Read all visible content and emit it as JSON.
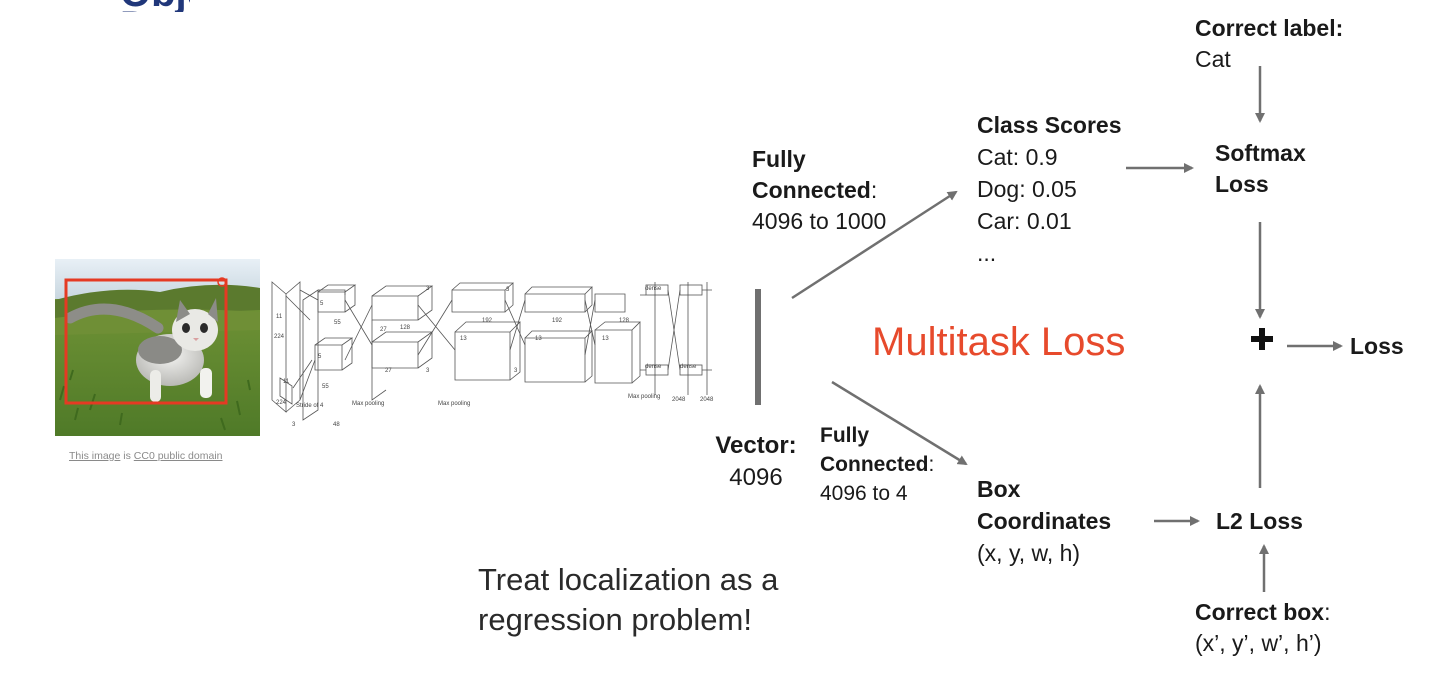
{
  "slide_title": "Object Detection: Single Object",
  "image_credit": {
    "link1": "This image",
    "middle": " is ",
    "link2": "CC0 public domain"
  },
  "network": {
    "layer_numbers": [
      "224",
      "224",
      "3",
      "11",
      "11",
      "5",
      "5",
      "48",
      "55",
      "55",
      "128",
      "27",
      "27",
      "3",
      "3",
      "192",
      "13",
      "13",
      "3",
      "3",
      "192",
      "128",
      "2048",
      "2048",
      "13",
      "dense",
      "dense",
      "dense"
    ],
    "layer_text": [
      "Stride of 4",
      "Max pooling",
      "Max pooling",
      "Max pooling"
    ]
  },
  "vector": {
    "title": "Vector:",
    "value": "4096"
  },
  "fc_top": {
    "line1": "Fully",
    "line2": "Connected",
    "suffix": ":",
    "line3": "4096 to 1000"
  },
  "fc_bottom": {
    "line1": "Fully",
    "line2": "Connected",
    "suffix": ":",
    "line3": "4096 to 4"
  },
  "class_scores": {
    "title": "Class Scores",
    "items": [
      "Cat: 0.9",
      "Dog: 0.05",
      "Car: 0.01",
      "..."
    ]
  },
  "box_coords": {
    "line1": "Box",
    "line2": "Coordinates",
    "line3": "(x, y, w, h)"
  },
  "correct_label": {
    "title": "Correct label:",
    "value": "Cat"
  },
  "softmax_loss": {
    "line1": "Softmax",
    "line2": "Loss"
  },
  "l2_loss": "L2 Loss",
  "correct_box": {
    "title": "Correct box",
    "suffix": ":",
    "value": "(x’, y’, w’, h’)"
  },
  "plus_sign": "+",
  "loss": "Loss",
  "multitask_loss": "Multitask Loss",
  "treat_text": {
    "line1": "Treat localization as a",
    "line2": "regression problem!"
  },
  "colors": {
    "title": "#20377a",
    "multitask": "#e74a2c",
    "arrow": "#707070",
    "bbox": "#e53a23",
    "text": "#1a1a1a"
  }
}
